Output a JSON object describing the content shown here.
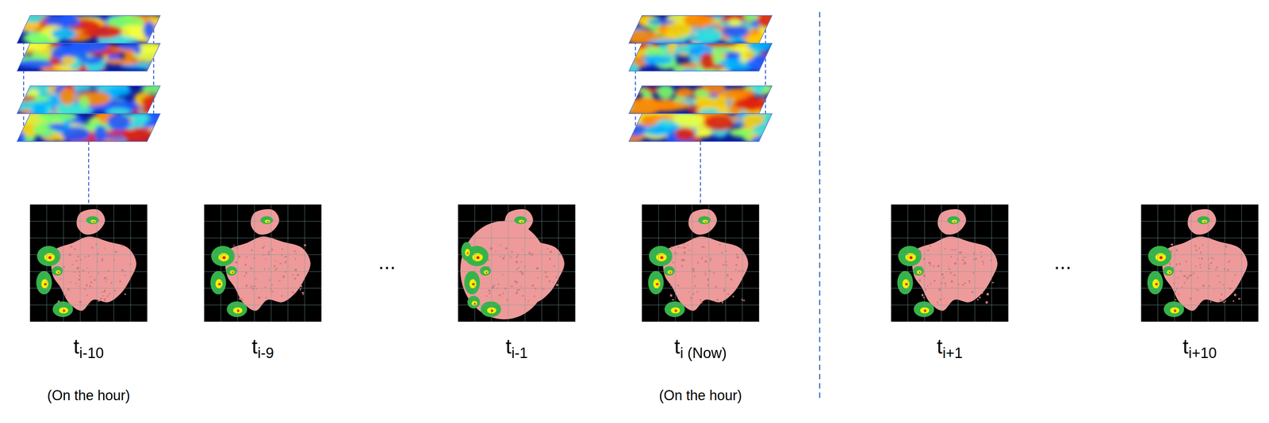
{
  "diagram": {
    "labels": [
      "t",
      "i-10",
      "(On the hour)",
      "t",
      "i-9",
      "...",
      "t",
      "i-1",
      "t",
      "i (Now)",
      "(On the hour)",
      "t",
      "i+1",
      "...",
      "t",
      "i+10"
    ]
  }
}
